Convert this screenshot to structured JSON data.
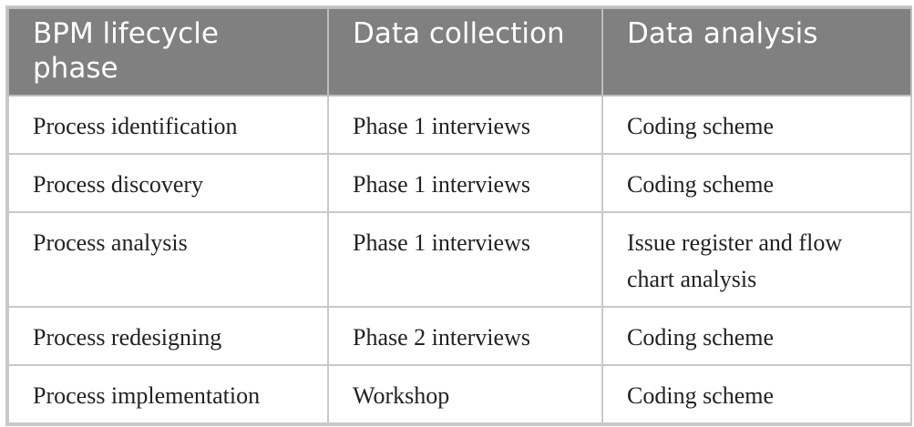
{
  "table": {
    "headers": [
      "BPM lifecycle phase",
      "Data collection",
      "Data analysis"
    ],
    "rows": [
      [
        "Process identification",
        "Phase 1 interviews",
        "Coding scheme"
      ],
      [
        "Process discovery",
        "Phase 1 interviews",
        "Coding scheme"
      ],
      [
        "Process analysis",
        "Phase 1 interviews",
        "Issue register and flow chart analysis"
      ],
      [
        "Process redesigning",
        "Phase 2 interviews",
        "Coding scheme"
      ],
      [
        "Process implementation",
        "Workshop",
        "Coding scheme"
      ]
    ],
    "colors": {
      "header_bg": "#808080",
      "header_text": "#ffffff",
      "border": "#c9c9c9",
      "body_text": "#222222"
    }
  }
}
